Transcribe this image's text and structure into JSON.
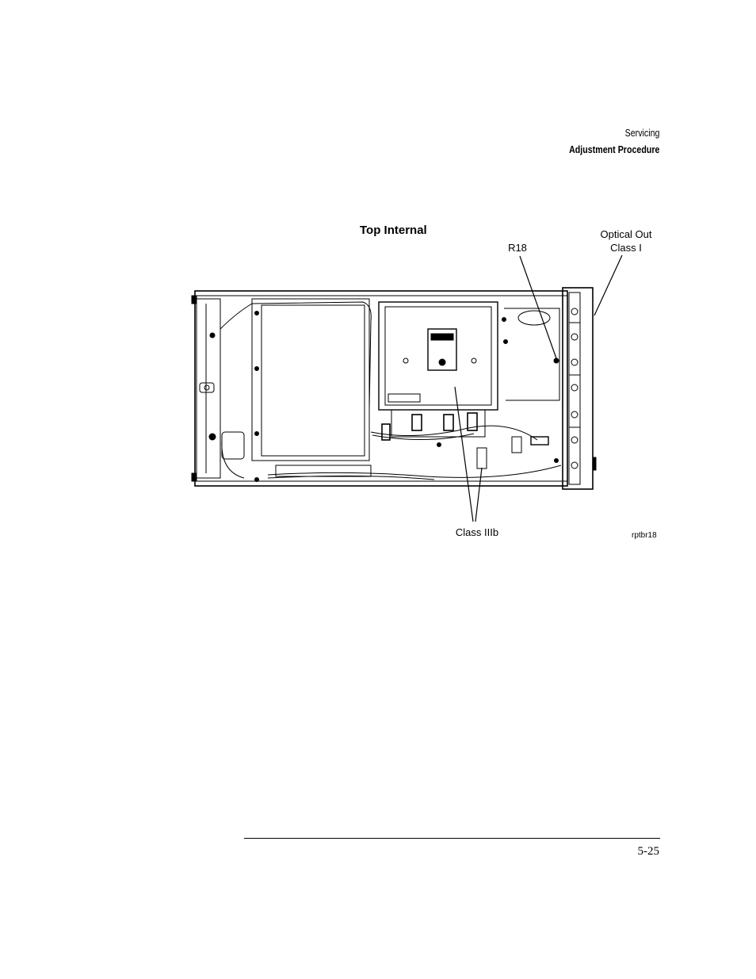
{
  "header": {
    "section": "Servicing",
    "subsection": "Adjustment Procedure"
  },
  "figure": {
    "title": "Top Internal",
    "callouts": {
      "r18": "R18",
      "optical_out_line1": "Optical Out",
      "optical_out_line2": "Class I",
      "class_iiib": "Class IIIb"
    },
    "figure_id": "rptbr18"
  },
  "footer": {
    "page_number": "5-25"
  }
}
